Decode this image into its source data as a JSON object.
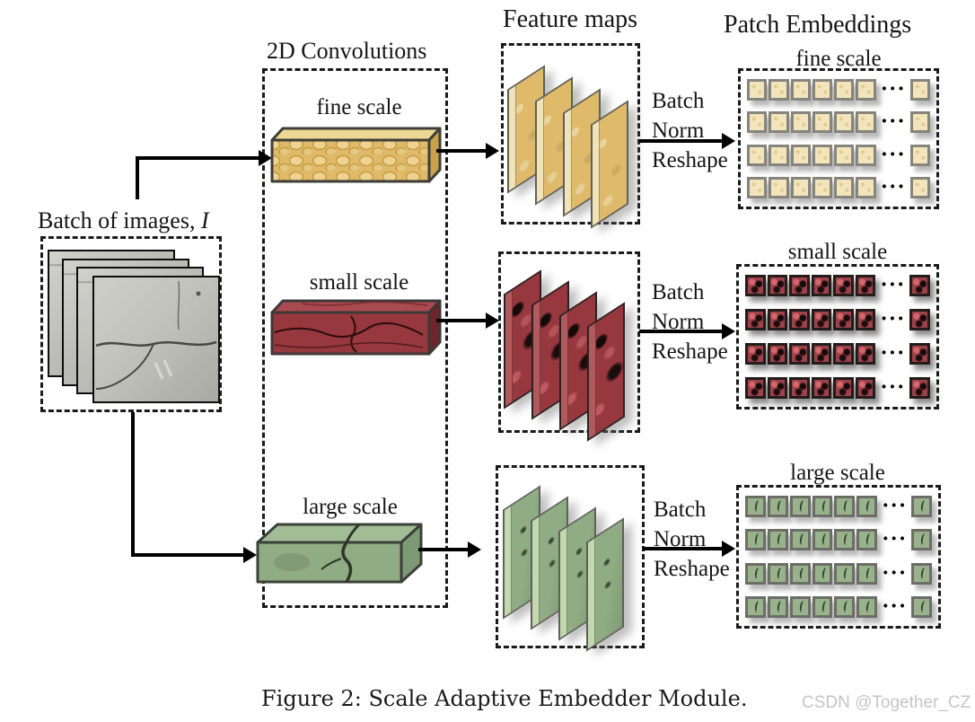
{
  "colors": {
    "fineFace": "#dfba6b",
    "fineTop": "#ecd795",
    "fineSide": "#c9a04b",
    "fineEdge": "#f1e3b8",
    "finePatch": "#f3e4bc",
    "finePatchBorder": "#85857d",
    "smallFace": "#96383e",
    "smallTop": "#a84a50",
    "smallSide": "#6f2529",
    "smallEdge": "#b05a5e",
    "smallPatch": "#9c4248",
    "smallPatchBorder": "#241b1b",
    "largeFace": "#90ac84",
    "largeTop": "#a2bc96",
    "largeSide": "#7e9a74",
    "largeEdge": "#c3d8af",
    "largePatch": "#98b38c",
    "largePatchBorder": "#6d6d68",
    "ink": "#111111",
    "watermark": "#c5c5c9"
  },
  "header": {
    "conv_label": "2D Convolutions",
    "feature_maps_label": "Feature maps",
    "patch_embeddings_label": "Patch Embeddings"
  },
  "batch": {
    "label_text": "Batch of images, ",
    "label_var": "I"
  },
  "scales": {
    "fine": {
      "label": "fine scale",
      "bn_lines": [
        "Batch",
        "Norm",
        "Reshape"
      ]
    },
    "small": {
      "label": "small scale",
      "bn_lines": [
        "Batch",
        "Norm",
        "Reshape"
      ]
    },
    "large": {
      "label": "large scale",
      "bn_lines": [
        "Batch",
        "Norm",
        "Reshape"
      ]
    }
  },
  "grids": {
    "rows": 4,
    "cols": 6,
    "extra_cols": 1,
    "ellipsis": "···"
  },
  "caption": "Figure 2: Scale Adaptive Embedder Module.",
  "watermark": "CSDN @Together_CZ"
}
